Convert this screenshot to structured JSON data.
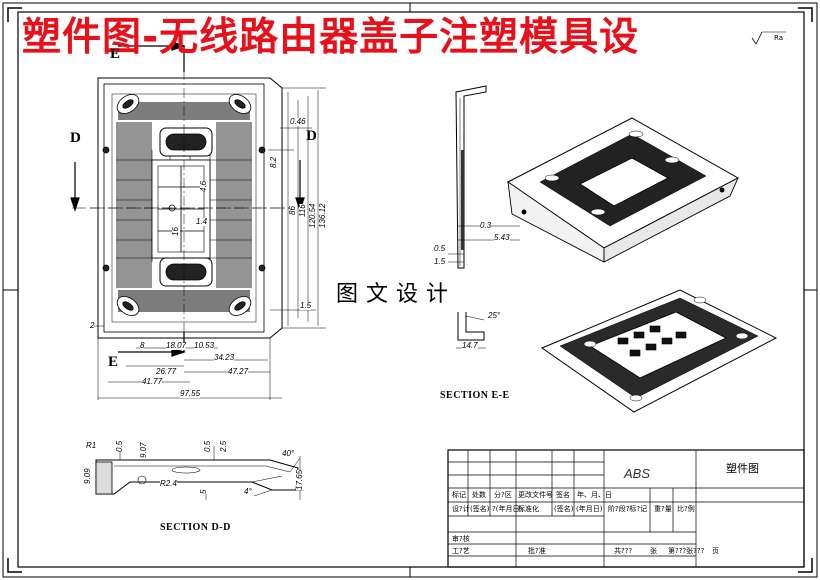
{
  "banner_title": "塑件图-无线路由器盖子注塑模具设",
  "watermark": "图文设计",
  "section_markers": {
    "e_top": "E",
    "e_bottom": "E",
    "d_left": "D",
    "d_right": "D"
  },
  "section_titles": {
    "ee": "SECTION E-E",
    "dd": "SECTION D-D"
  },
  "top_view_dims": {
    "d_0_46": "0.46",
    "d_8_2": "8.2",
    "d_86": "86",
    "d_116": "116",
    "d_120_54": "120.54",
    "d_136_12": "136.12",
    "d_1_5": "1.5",
    "d_2": "2",
    "d_8": "8",
    "d_18_07": "18.07",
    "d_10_53": "10.53",
    "d_34_23": "34.23",
    "d_26_77": "26.77",
    "d_47_27": "47.27",
    "d_41_77": "41.77",
    "d_97_55": "97.55",
    "d_4_6": "4.6",
    "d_1_4": "1.4",
    "d_16": "16"
  },
  "section_ee_dims": {
    "d_0_3": "0.3",
    "d_5_43": "5.43",
    "d_0_5": "0.5",
    "d_1_5": "1.5",
    "d_25deg": "25°",
    "d_14_7": "14.7"
  },
  "section_dd_dims": {
    "d_0_5a": "0.5",
    "d_9_07": "9.07",
    "d_0_5b": "0.5",
    "d_2_5": "2.5",
    "d_40deg": "40°",
    "d_17_65": "17.65",
    "d_5": "5",
    "d_4deg": "4°",
    "d_9_09": "9.09",
    "d_r": "R1",
    "d_r24": "R2.4"
  },
  "title_block": {
    "material": "ABS",
    "drawing_title": "塑件图",
    "row_labels": {
      "mark": "标记",
      "count": "处数",
      "zone": "分?区",
      "change_doc": "更改文件号",
      "signature": "签名",
      "date": "年、月、日"
    },
    "row_design": {
      "design": "设?计",
      "sign": "(签名)",
      "date": "?(年月日)",
      "standard": "标准化",
      "sign2": "(签名)",
      "date2": "(年月日)"
    },
    "stage_labels": {
      "stage": "阶?段?标?记",
      "weight": "重?量",
      "scale": "比?例"
    },
    "bottom_left": {
      "review": "审?核",
      "process": "工?艺",
      "approve": "批?准"
    },
    "sheet_info": {
      "total": "共???",
      "sheet": "张",
      "page": "第???张???",
      "page_unit": "页"
    },
    "corner_mark": "Ra"
  }
}
